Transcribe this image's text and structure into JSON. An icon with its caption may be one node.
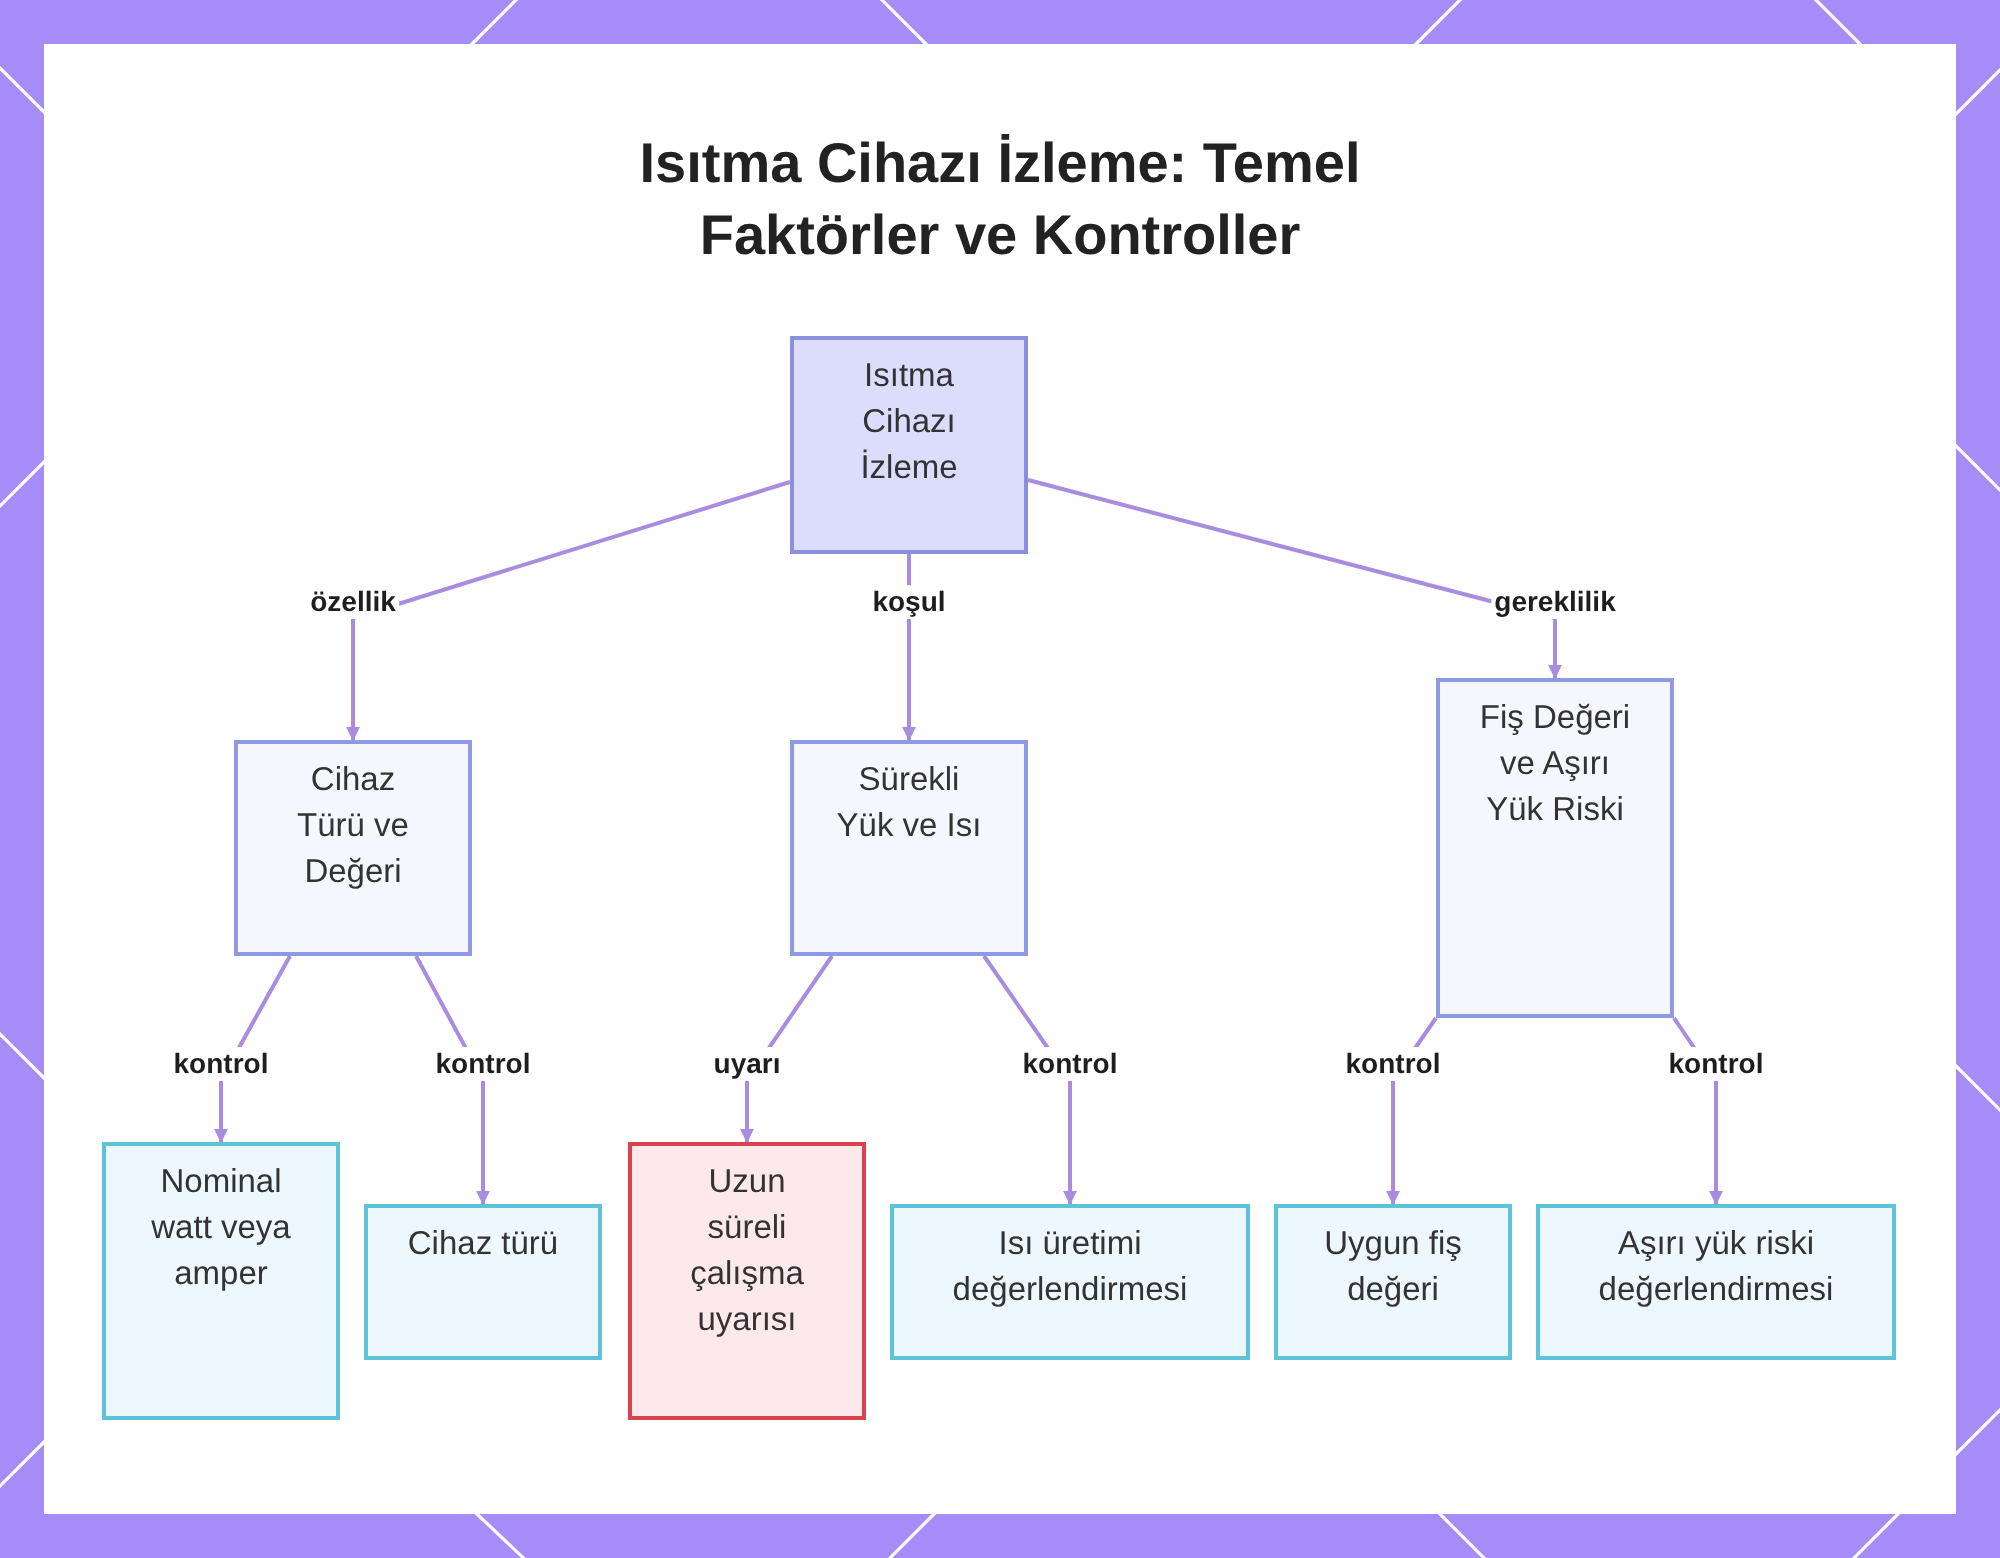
{
  "diagram": {
    "title": "Isıtma Cihazı İzleme: Temel Faktörler ve Kontroller",
    "nodes": [
      {
        "text": [
          "Isıtma Cihazı İzleme"
        ]
      },
      {
        "text": [
          "Cihaz Türü ve Değeri"
        ]
      },
      {
        "text": [
          "Sürekli Yük ve Isı"
        ]
      },
      {
        "text": [
          "Fiş Değeri ve Aşırı Yük Riski"
        ]
      },
      {
        "text": [
          "Nominal watt veya amper"
        ]
      },
      {
        "text": [
          "Cihaz türü"
        ]
      },
      {
        "text": [
          "Uzun süreli çalışma uyarısı"
        ]
      },
      {
        "text": [
          "Isı üretimi değerlendirmesi"
        ]
      },
      {
        "text": [
          "Uygun fiş değeri"
        ]
      },
      {
        "text": [
          "Aşırı yük riski değerlendirmesi"
        ]
      }
    ],
    "edges": [
      {
        "from": 0,
        "to": 1,
        "arrow": "to",
        "label": "özellik"
      },
      {
        "from": 0,
        "to": 2,
        "arrow": "to",
        "label": "koşul"
      },
      {
        "from": 0,
        "to": 3,
        "arrow": "to",
        "label": "gereklilik"
      },
      {
        "from": 1,
        "to": 4,
        "arrow": "to",
        "label": "kontrol"
      },
      {
        "from": 1,
        "to": 5,
        "arrow": "to",
        "label": "kontrol"
      },
      {
        "from": 2,
        "to": 6,
        "arrow": "to",
        "label": "uyarı"
      },
      {
        "from": 2,
        "to": 7,
        "arrow": "to",
        "label": "kontrol"
      },
      {
        "from": 3,
        "to": 8,
        "arrow": "to",
        "label": "kontrol"
      },
      {
        "from": 3,
        "to": 9,
        "arrow": "to",
        "label": "kontrol"
      }
    ]
  }
}
